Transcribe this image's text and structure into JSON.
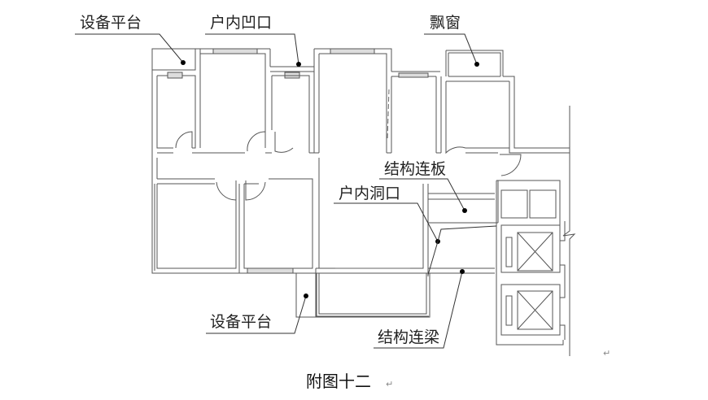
{
  "figure": {
    "caption": "附图十二",
    "paragraph_mark": "↵"
  },
  "labels": {
    "equipment_platform_top": "设备平台",
    "recess_opening": "户内凹口",
    "bay_window": "飘窗",
    "structural_slab": "结构连板",
    "indoor_opening": "户内洞口",
    "equipment_platform_bottom": "设备平台",
    "structural_beam": "结构连梁"
  },
  "colors": {
    "line": "#555555",
    "text": "#222222",
    "dot": "#000000",
    "window_fill": "#dddddd"
  }
}
